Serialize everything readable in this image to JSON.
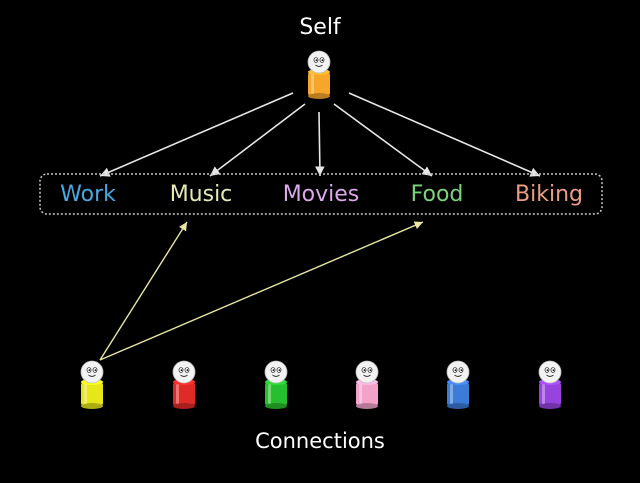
{
  "title": "Self",
  "footer": "Connections",
  "colors": {
    "background": "#000000",
    "arrow_self": "#e6e6e6",
    "arrow_connection": "#e8e6a2",
    "box_border": "#c8c8c8",
    "face": "#f2f2f2"
  },
  "self_person": {
    "icon": "person-icon",
    "color": "#f7a629"
  },
  "interests": [
    {
      "label": "Work",
      "color": "#4aa7df"
    },
    {
      "label": "Music",
      "color": "#e7eab8"
    },
    {
      "label": "Movies",
      "color": "#dba8ea"
    },
    {
      "label": "Food",
      "color": "#7ed27e"
    },
    {
      "label": "Biking",
      "color": "#ec9c85"
    }
  ],
  "connections": [
    {
      "icon": "person-icon",
      "color": "#e6e619",
      "links_to": [
        "Music",
        "Food"
      ]
    },
    {
      "icon": "person-icon",
      "color": "#e02a26",
      "links_to": []
    },
    {
      "icon": "person-icon",
      "color": "#27bf2d",
      "links_to": []
    },
    {
      "icon": "person-icon",
      "color": "#f4a3c8",
      "links_to": []
    },
    {
      "icon": "person-icon",
      "color": "#3d7bd8",
      "links_to": []
    },
    {
      "icon": "person-icon",
      "color": "#9744df",
      "links_to": []
    }
  ]
}
